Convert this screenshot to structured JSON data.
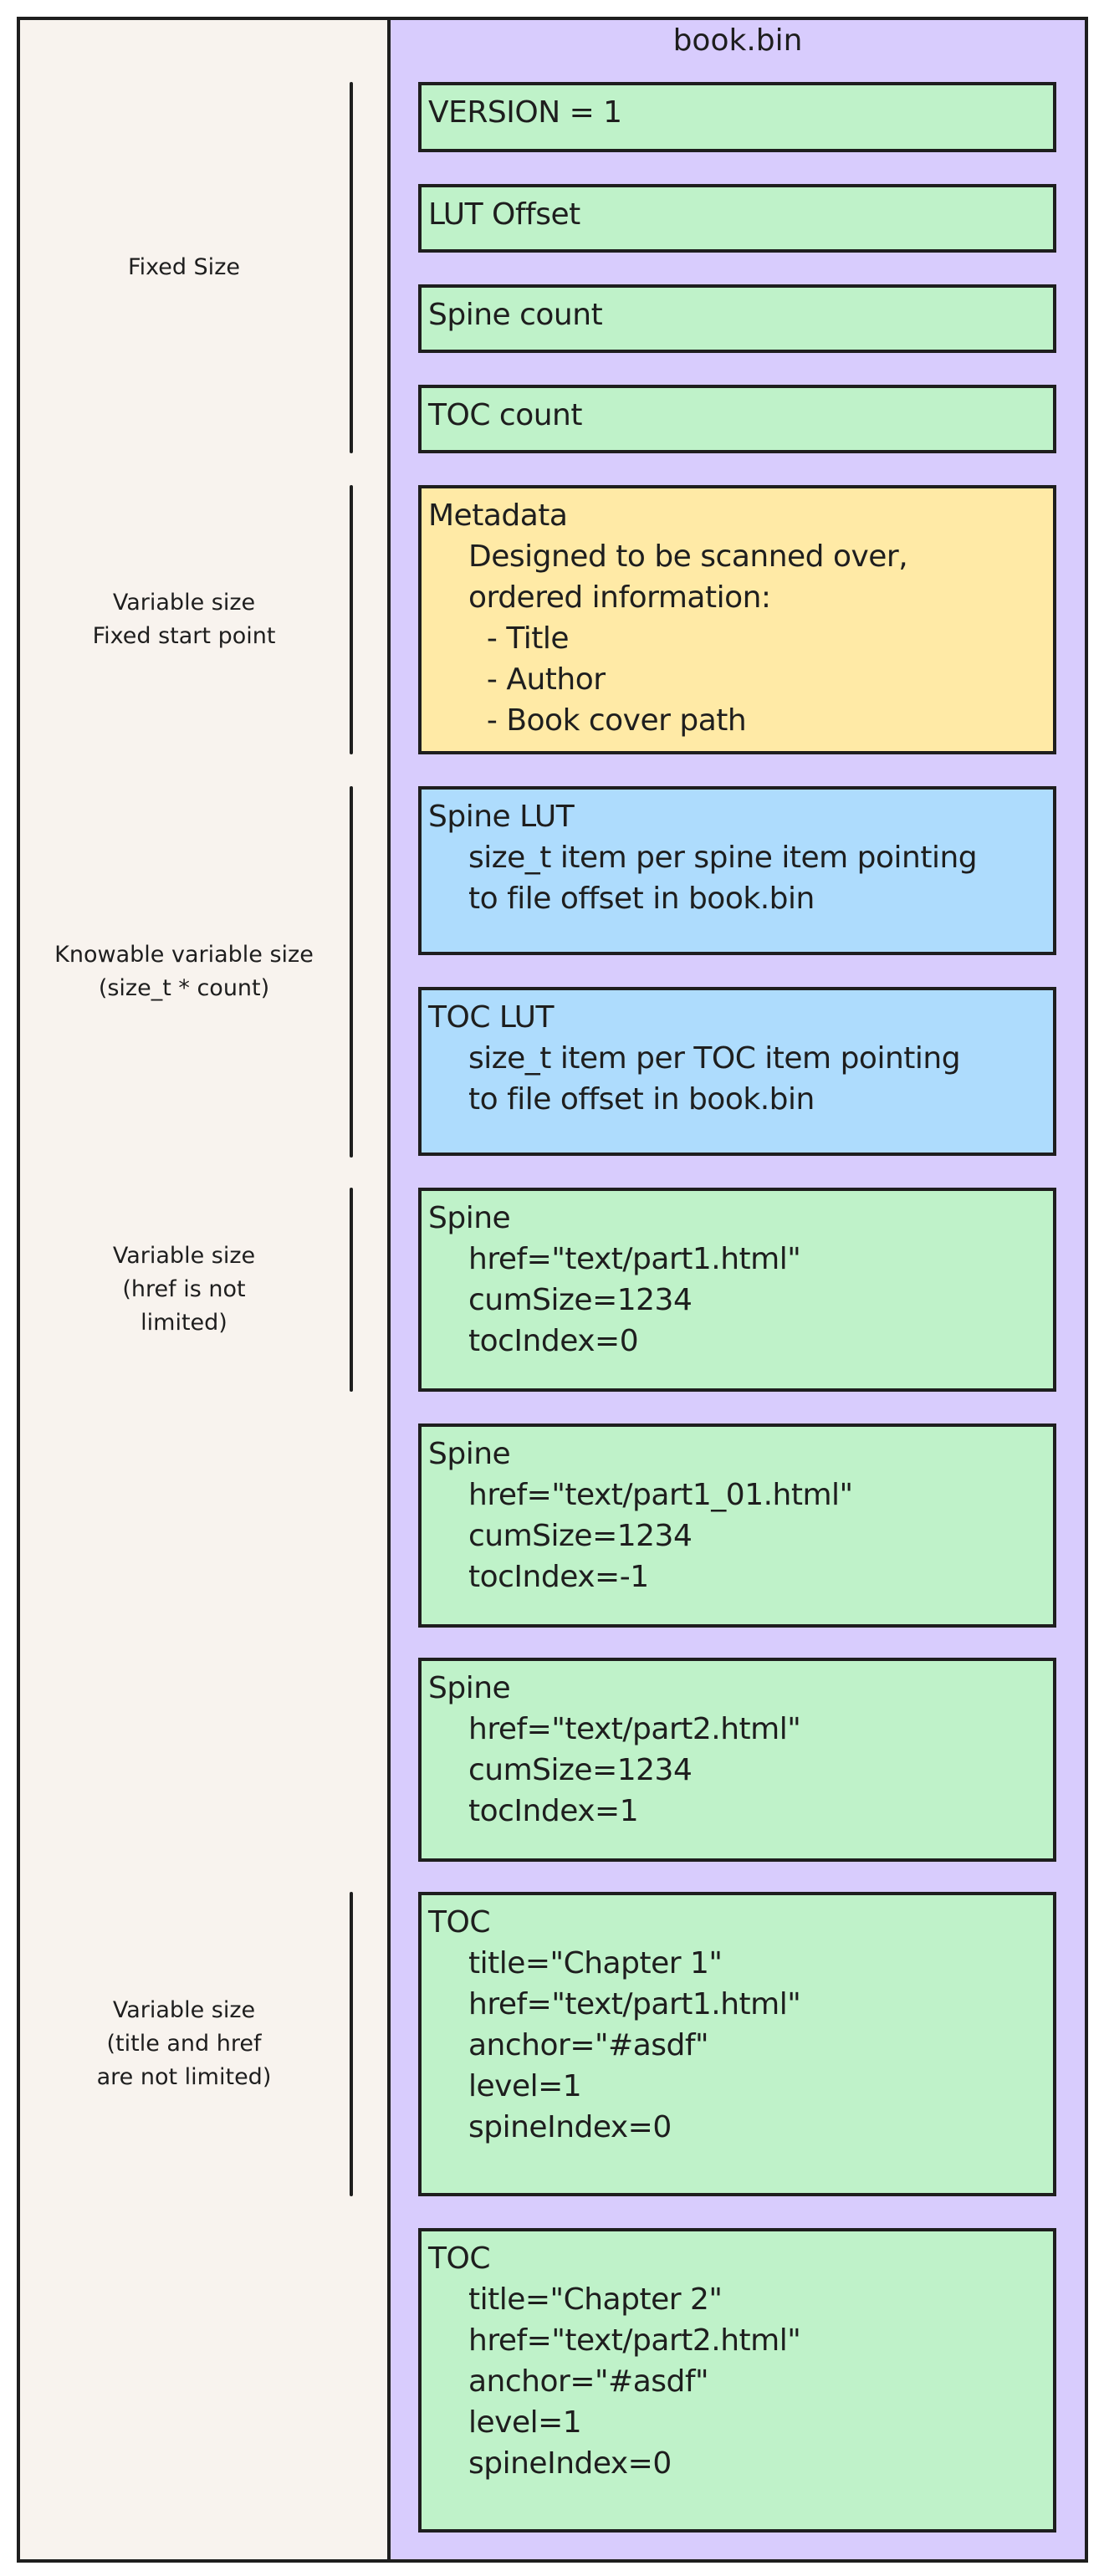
{
  "title": "book.bin",
  "colors": {
    "fixed": "#bff2c9",
    "metadata": "#ffeaa6",
    "lut": "#aedcfd",
    "container": "#d8ccfd",
    "background": "#f8f3ee"
  },
  "labels": [
    {
      "lines": [
        "Fixed Size"
      ]
    },
    {
      "lines": [
        "Variable size",
        "Fixed start point"
      ]
    },
    {
      "lines": [
        "Knowable variable size",
        "(size_t * count)"
      ]
    },
    {
      "lines": [
        "Variable size",
        "(href is not",
        "limited)"
      ]
    },
    {
      "lines": [
        "Variable size",
        "(title and href",
        "are not limited)"
      ]
    }
  ],
  "boxes": [
    {
      "heading": "VERSION = 1",
      "lines": []
    },
    {
      "heading": "LUT Offset",
      "lines": []
    },
    {
      "heading": "Spine count",
      "lines": []
    },
    {
      "heading": "TOC count",
      "lines": []
    },
    {
      "heading": "Metadata",
      "lines": [
        "Designed to be scanned over,",
        "ordered information:",
        "  - Title",
        "  - Author",
        "  - Book cover path"
      ]
    },
    {
      "heading": "Spine LUT",
      "lines": [
        "size_t item per spine item pointing",
        "to file offset in book.bin"
      ]
    },
    {
      "heading": "TOC LUT",
      "lines": [
        "size_t item per TOC item pointing",
        "to file offset in book.bin"
      ]
    },
    {
      "heading": "Spine",
      "lines": [
        "href=\"text/part1.html\"",
        "cumSize=1234",
        "tocIndex=0"
      ]
    },
    {
      "heading": "Spine",
      "lines": [
        "href=\"text/part1_01.html\"",
        "cumSize=1234",
        "tocIndex=-1"
      ]
    },
    {
      "heading": "Spine",
      "lines": [
        "href=\"text/part2.html\"",
        "cumSize=1234",
        "tocIndex=1"
      ]
    },
    {
      "heading": "TOC",
      "lines": [
        "title=\"Chapter 1\"",
        "href=\"text/part1.html\"",
        "anchor=\"#asdf\"",
        "level=1",
        "spineIndex=0"
      ]
    },
    {
      "heading": "TOC",
      "lines": [
        "title=\"Chapter 2\"",
        "href=\"text/part2.html\"",
        "anchor=\"#asdf\"",
        "level=1",
        "spineIndex=0"
      ]
    }
  ]
}
